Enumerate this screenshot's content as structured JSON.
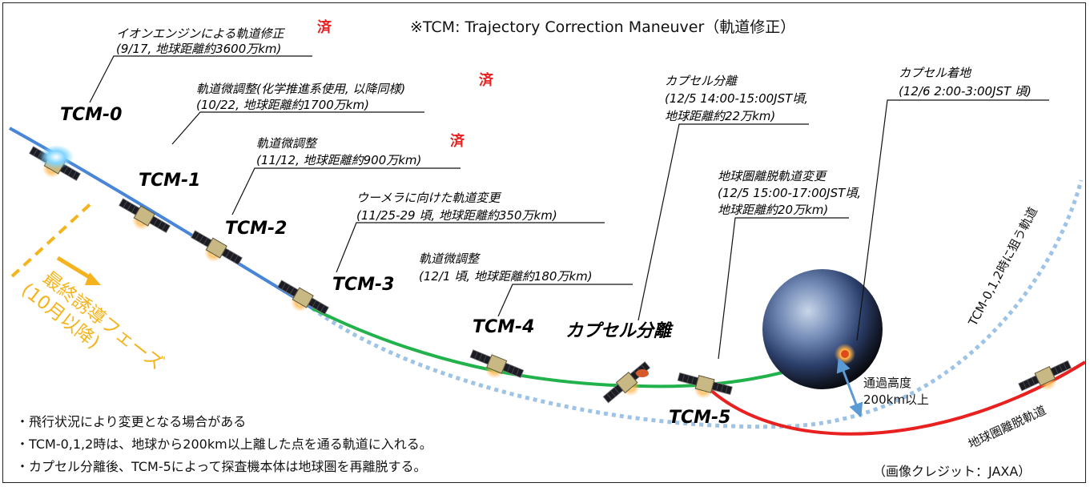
{
  "header": {
    "title": "※TCM: Trajectory Correction Maneuver（軌道修正）"
  },
  "done_mark": "済",
  "colors": {
    "initial_path": "#4a86d8",
    "final_path": "#22b24c",
    "escape_path": "#e82020",
    "planned_path": "#9dc3e6",
    "phase": "#f5b41e",
    "done": "#e82020",
    "arrow": "#5b9bd5"
  },
  "maneuvers": [
    {
      "label": "TCM-0",
      "line1": "イオンエンジンによる軌道修正",
      "line2": "(9/17, 地球距離約3600万km)",
      "done": true
    },
    {
      "label": "TCM-1",
      "line1": "軌道微調整(化学推進系使用, 以降同様)",
      "line2": "(10/22, 地球距離約1700万km)",
      "done": true
    },
    {
      "label": "TCM-2",
      "line1": "軌道微調整",
      "line2": "(11/12, 地球距離約900万km)",
      "done": true
    },
    {
      "label": "TCM-3",
      "line1": "ウーメラに向けた軌道変更",
      "line2": "(11/25-29 頃, 地球距離約350万km)",
      "done": false
    },
    {
      "label": "TCM-4",
      "line1": "軌道微調整",
      "line2": "(12/1 頃, 地球距離約180万km)",
      "done": false
    },
    {
      "label": "TCM-5",
      "line1": "地球圏離脱軌道変更",
      "line2": "(12/5 15:00-17:00JST頃,",
      "line3": "地球距離約20万km)",
      "done": false
    }
  ],
  "capsule_separation": {
    "label": "カプセル分離",
    "line1": "カプセル分離",
    "line2": "(12/5 14:00-15:00JST頃,",
    "line3": "地球距離約22万km)"
  },
  "capsule_landing": {
    "line1": "カプセル着地",
    "line2": "(12/6 2:00-3:00JST 頃)"
  },
  "phase": {
    "line1": "最終誘導フェーズ",
    "line2": "(10月以降)"
  },
  "target_orbit_label": "TCM-0,1,2時に狙う軌道",
  "escape_orbit_label": "地球圏離脱軌道",
  "altitude": {
    "line1": "通過高度",
    "line2": "200km以上"
  },
  "notes": [
    "・飛行状況により変更となる場合がある",
    "・TCM-0,1,2時は、地球から200km以上離した点を通る軌道に入れる。",
    "・カプセル分離後、TCM-5によって探査機本体は地球圏を再離脱する。"
  ],
  "credit": "（画像クレジット：JAXA）"
}
